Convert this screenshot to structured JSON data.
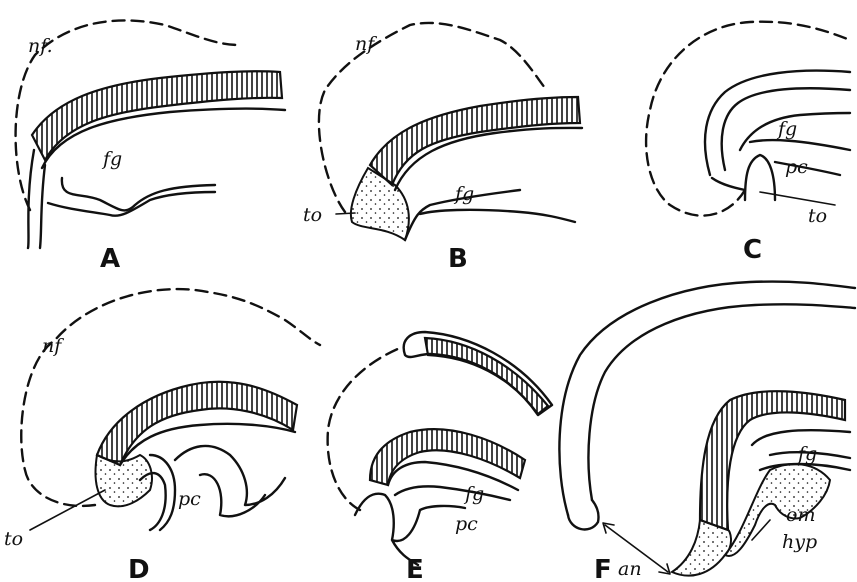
{
  "panels": [
    {
      "id": "A",
      "labels": {
        "nf": "nf.",
        "fg": "fg"
      }
    },
    {
      "id": "B",
      "labels": {
        "nf": "nf",
        "fg": "fg",
        "to": "to"
      }
    },
    {
      "id": "C",
      "labels": {
        "fg": "fg",
        "pc": "pc",
        "to": "to"
      }
    },
    {
      "id": "D",
      "labels": {
        "nf": "nf",
        "pc": "pc",
        "to": "to"
      }
    },
    {
      "id": "E",
      "labels": {
        "fg": "fg",
        "pc": "pc"
      }
    },
    {
      "id": "F",
      "labels": {
        "fg": "fg",
        "om": "om",
        "hyp": "hyp",
        "an": "an"
      }
    }
  ]
}
